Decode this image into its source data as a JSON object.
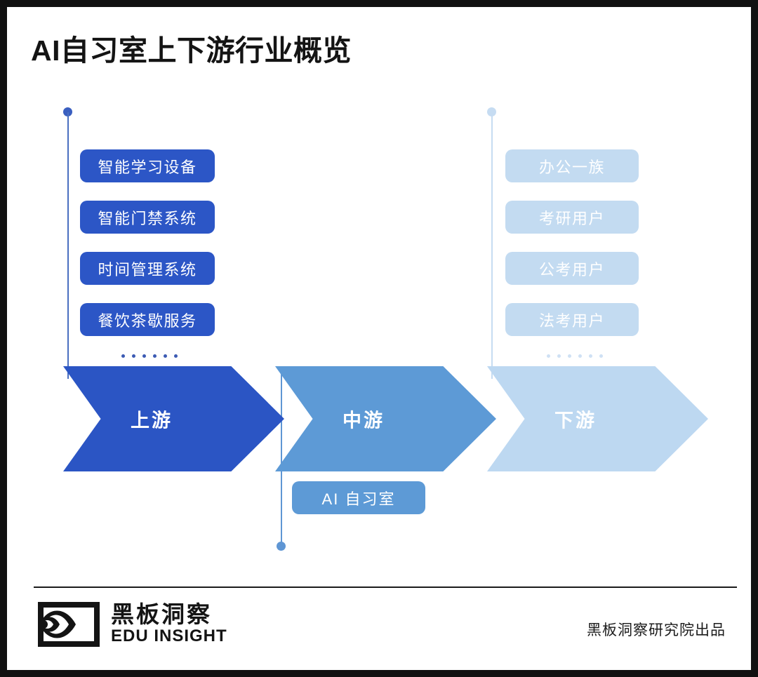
{
  "page": {
    "title": "AI自习室上下游行业概览",
    "background": "#ffffff",
    "border_color": "#111111"
  },
  "colors": {
    "upstream": "#2c56c6",
    "midstream": "#5d9ad6",
    "downstream": "#c3dbf1",
    "arrow_upstream": "#2b55c4",
    "arrow_midstream": "#5d9ad6",
    "arrow_downstream": "#bdd8f1",
    "text_dark": "#141414",
    "pill_text": "#ffffff"
  },
  "stages": {
    "upstream": {
      "arrow_label": "上游",
      "items": [
        {
          "label": "智能学习设备"
        },
        {
          "label": "智能门禁系统"
        },
        {
          "label": "时间管理系统"
        },
        {
          "label": "餐饮茶歇服务"
        }
      ],
      "ellipsis": "......",
      "ellipsis_dot_count": 6
    },
    "midstream": {
      "arrow_label": "中游",
      "items": [
        {
          "label": "AI 自习室"
        }
      ]
    },
    "downstream": {
      "arrow_label": "下游",
      "items": [
        {
          "label": "办公一族"
        },
        {
          "label": "考研用户"
        },
        {
          "label": "公考用户"
        },
        {
          "label": "法考用户"
        }
      ],
      "ellipsis": "......",
      "ellipsis_dot_count": 6
    }
  },
  "footer": {
    "brand_cn": "黑板洞察",
    "brand_en": "EDU INSIGHT",
    "credit": "黑板洞察研究院出品"
  }
}
